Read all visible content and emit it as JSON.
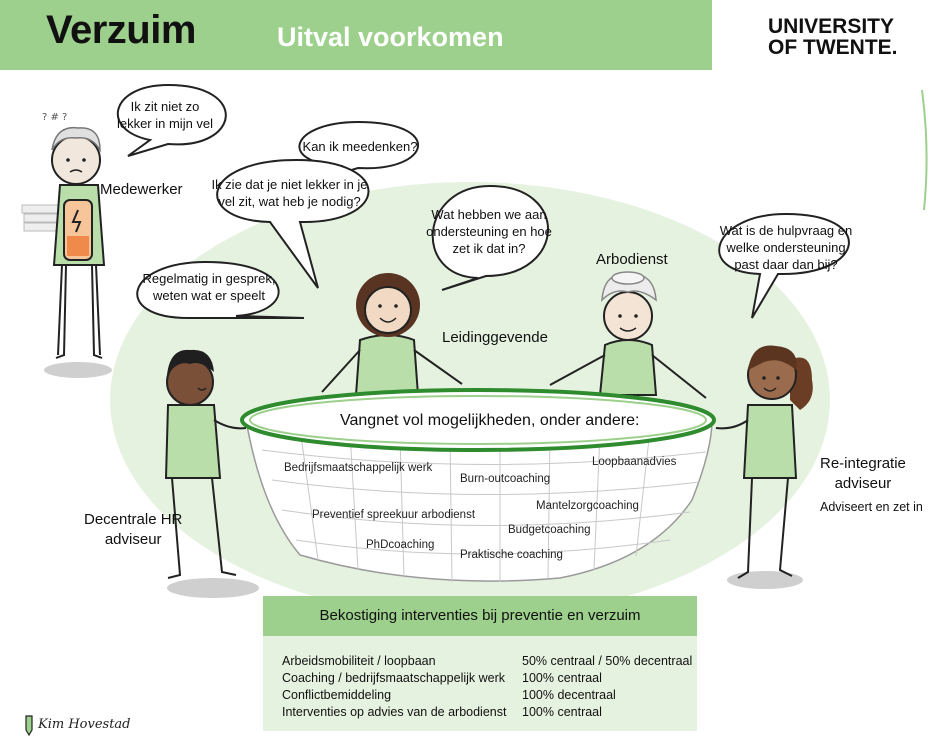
{
  "header": {
    "title": "Verzuim",
    "subtitle": "Uitval voorkomen",
    "logo_line1": "UNIVERSITY",
    "logo_line2": "OF TWENTE."
  },
  "speech_bubbles": [
    {
      "text": "Ik zit niet zo lekker in mijn vel"
    },
    {
      "text": "Kan ik meedenken?"
    },
    {
      "text": "Ik zie dat je niet lekker in je vel zit, wat heb je nodig?"
    },
    {
      "text": "Wat hebben we aan ondersteuning en hoe zet ik dat in?"
    },
    {
      "text": "Regelmatig in gesprek, weten wat er speelt"
    },
    {
      "text": "Wat is de hulpvraag en welke ondersteuning past daar dan bij?"
    }
  ],
  "roles": {
    "medewerker": "Medewerker",
    "leidinggevende": "Leidinggevende",
    "arbodienst": "Arbodienst",
    "hr_line1": "Decentrale HR",
    "hr_line2": "adviseur",
    "reintegratie_line1": "Re-integratie",
    "reintegratie_line2": "adviseur",
    "reintegratie_note": "Adviseert en zet in"
  },
  "net": {
    "heading": "Vangnet vol mogelijkheden, onder andere:",
    "items": [
      "Bedrijfsmaatschappelijk werk",
      "Burn-outcoaching",
      "Loopbaanadvies",
      "Mantelzorgcoaching",
      "Preventief spreekuur arbodienst",
      "Budgetcoaching",
      "PhDcoaching",
      "Praktische coaching"
    ]
  },
  "funding_table": {
    "title": "Bekostiging interventies bij preventie en verzuim",
    "rows": [
      {
        "label": "Arbeidsmobiliteit / loopbaan",
        "value": "50% centraal / 50% decentraal"
      },
      {
        "label": "Coaching / bedrijfsmaatschappelijk werk",
        "value": "100% centraal"
      },
      {
        "label": "Conflictbemiddeling",
        "value": "100% decentraal"
      },
      {
        "label": "Interventies op advies van de arbodienst",
        "value": "100% centraal"
      }
    ]
  },
  "signature": "Kim Hovestad",
  "colors": {
    "brand_green": "#9dd08c",
    "light_green": "#e6f2e0",
    "shirt_green": "#b9deaa"
  }
}
